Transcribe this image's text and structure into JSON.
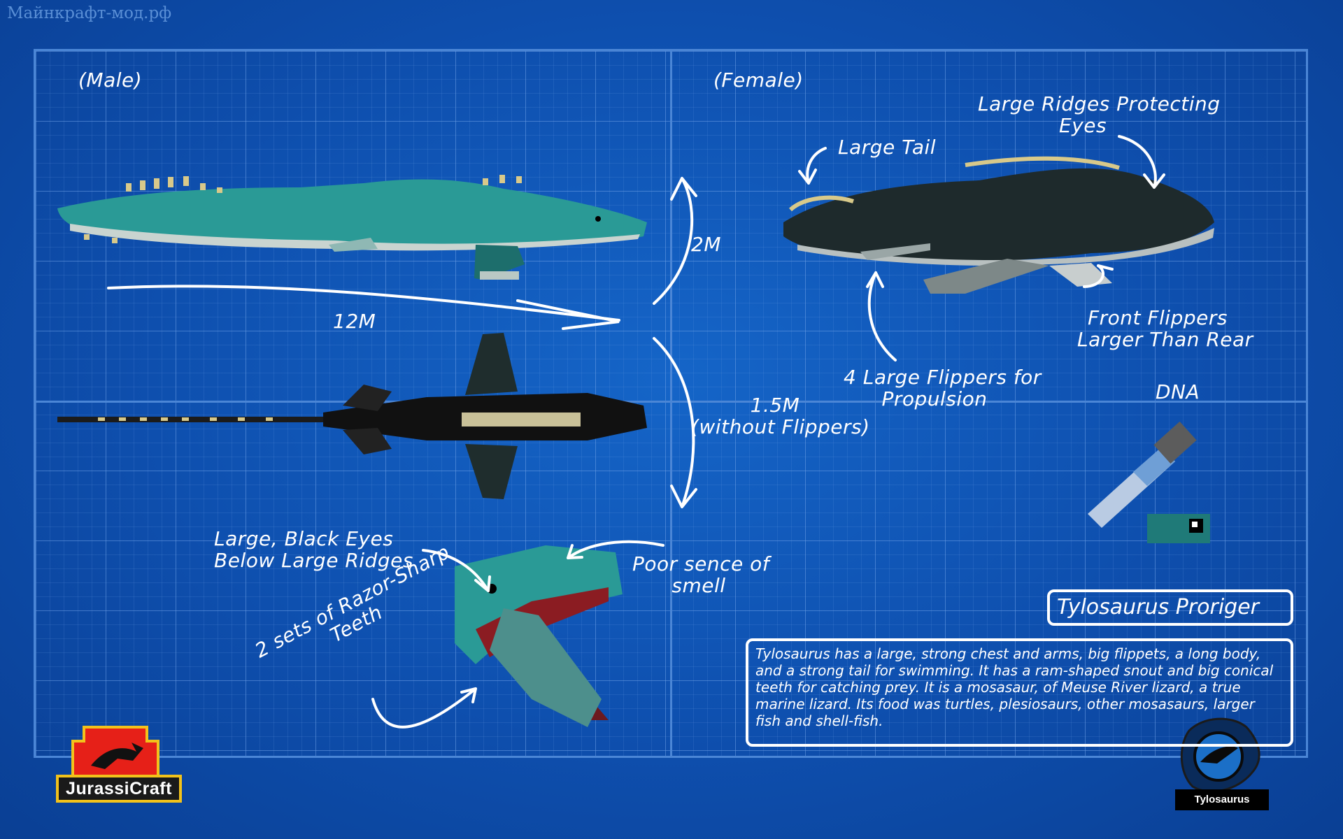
{
  "watermark": "Майнкрафт-мод.рф",
  "labels": {
    "male": "(Male)",
    "female": "(Female)",
    "length": "12M",
    "height": "2M",
    "width_line1": "1.5M",
    "width_line2": "(without Flippers)",
    "large_tail": "Large Tail",
    "ridges_line1": "Large Ridges Protecting",
    "ridges_line2": "Eyes",
    "front_flippers_line1": "Front Flippers",
    "front_flippers_line2": "Larger Than Rear",
    "four_flippers_line1": "4 Large Flippers for",
    "four_flippers_line2": "Propulsion",
    "dna": "DNA",
    "black_eyes_line1": "Large, Black Eyes",
    "black_eyes_line2": "Below Large Ridges",
    "smell_line1": "Poor sence of",
    "smell_line2": "smell",
    "teeth_line1": "2 sets of Razor-Sharp",
    "teeth_line2": "Teeth"
  },
  "species_name": "Tylosaurus Proriger",
  "description": "Tylosaurus has a large, strong chest and arms, big flippets, a long body, and a strong tail for swimming. It has a ram-shaped snout and big conical teeth for catching prey. It is a mosasaur, of Meuse River lizard, a true marine lizard. Its food was turtles, plesiosaurs, other mosasaurs, larger fish and shell-fish.",
  "logos": {
    "jurassicraft": "JurassiCraft",
    "tylosaurus": "Tylosaurus"
  },
  "colors": {
    "background": "#0e4fae",
    "grid": "#4b86d6",
    "male_body": "#2a9a96",
    "female_body": "#1e2a2c",
    "ink": "#ffffff"
  }
}
